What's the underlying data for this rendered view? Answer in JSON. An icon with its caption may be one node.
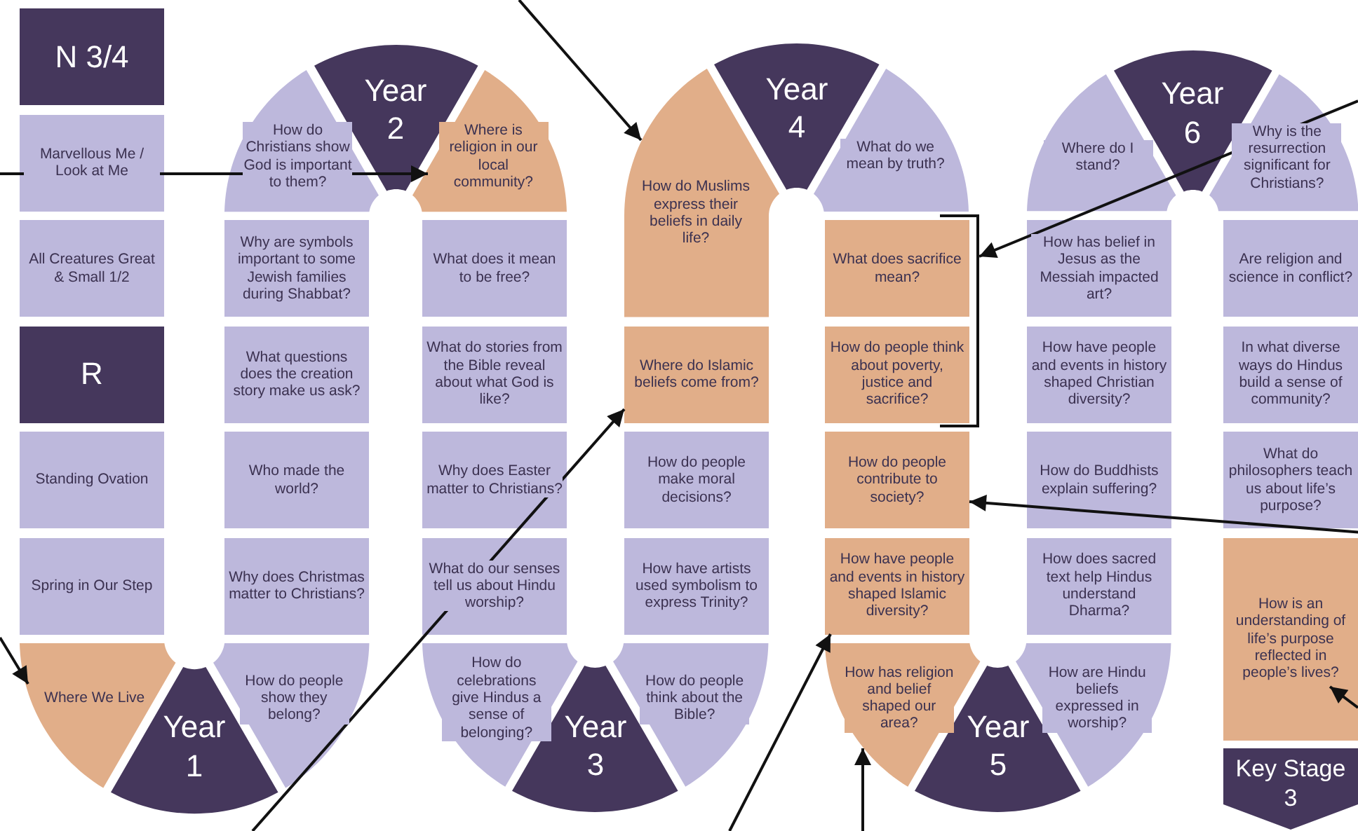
{
  "diagram": {
    "nodes": [
      {
        "text": [
          "N 3/4"
        ]
      },
      {
        "text": [
          "Marvellous Me / Look at Me"
        ]
      },
      {
        "text": [
          "All Creatures Great & Small 1/2"
        ]
      },
      {
        "text": [
          "R"
        ]
      },
      {
        "text": [
          "Standing Ovation"
        ]
      },
      {
        "text": [
          "Spring in Our Step"
        ]
      },
      {
        "text": [
          "Where We Live"
        ]
      },
      {
        "text": [
          "Year 1"
        ]
      },
      {
        "text": [
          "How do people show they belong?"
        ]
      },
      {
        "text": [
          "Why does Christmas matter to Christians?"
        ]
      },
      {
        "text": [
          "Who made the world?"
        ]
      },
      {
        "text": [
          "What questions does the creation story make us ask?"
        ]
      },
      {
        "text": [
          "Why are symbols important to some Jewish families during Shabbat?"
        ]
      },
      {
        "text": [
          "How do Christians show God is important to them?"
        ]
      },
      {
        "text": [
          "Year 2"
        ]
      },
      {
        "text": [
          "Where is religion in our local community?"
        ]
      },
      {
        "text": [
          "What does it mean to be free?"
        ]
      },
      {
        "text": [
          "What do stories from the Bible reveal about what God is like?"
        ]
      },
      {
        "text": [
          "Why does Easter matter to Christians?"
        ]
      },
      {
        "text": [
          "What do our senses tell us about Hindu worship?"
        ]
      },
      {
        "text": [
          "How do celebrations give Hindus a sense of belonging?"
        ]
      },
      {
        "text": [
          "Year 3"
        ]
      },
      {
        "text": [
          "How do people think about the Bible?"
        ]
      },
      {
        "text": [
          "How have artists used symbolism to express Trinity?"
        ]
      },
      {
        "text": [
          "How do people make moral decisions?"
        ]
      },
      {
        "text": [
          "Where do Islamic beliefs come from?"
        ]
      },
      {
        "text": [
          "How do Muslims express their beliefs in daily life?"
        ]
      },
      {
        "text": [
          "Year 4"
        ]
      },
      {
        "text": [
          "What do we mean by truth?"
        ]
      },
      {
        "text": [
          "What does sacrifice mean?"
        ]
      },
      {
        "text": [
          "How do people think about poverty, justice and sacrifice?"
        ]
      },
      {
        "text": [
          "How do people contribute to society?"
        ]
      },
      {
        "text": [
          "How have people and events in history shaped Islamic diversity?"
        ]
      },
      {
        "text": [
          "How has religion and belief shaped our area?"
        ]
      },
      {
        "text": [
          "Year 5"
        ]
      },
      {
        "text": [
          "How are Hindu beliefs expressed in worship?"
        ]
      },
      {
        "text": [
          "How does sacred text help Hindus understand Dharma?"
        ]
      },
      {
        "text": [
          "How do Buddhists explain suffering?"
        ]
      },
      {
        "text": [
          "How have people and events in history shaped Christian diversity?"
        ]
      },
      {
        "text": [
          "How has belief in Jesus as the Messiah impacted art?"
        ]
      },
      {
        "text": [
          "Where do I stand?"
        ]
      },
      {
        "text": [
          "Year 6"
        ]
      },
      {
        "text": [
          "Why is the resurrection significant for Christians?"
        ]
      },
      {
        "text": [
          "Are religion and science in conflict?"
        ]
      },
      {
        "text": [
          "In what diverse ways do Hindus build a sense of community?"
        ]
      },
      {
        "text": [
          "What do philosophers teach us about life’s purpose?"
        ]
      },
      {
        "text": [
          "How is an understanding of life’s purpose reflected in people’s lives?"
        ]
      },
      {
        "text": [
          "Key Stage 3"
        ]
      },
      {
        "text": [],
        "shape": "bracket"
      }
    ],
    "edges": [
      {
        "from": null,
        "to": 15,
        "arrow": "to"
      },
      {
        "from": null,
        "to": 6,
        "arrow": "to"
      },
      {
        "from": null,
        "to": 25,
        "arrow": "to"
      },
      {
        "from": null,
        "to": 26,
        "arrow": "to"
      },
      {
        "from": null,
        "to": 48,
        "arrow": "to"
      },
      {
        "from": null,
        "to": 31,
        "arrow": "to"
      },
      {
        "from": null,
        "to": 32,
        "arrow": "to"
      },
      {
        "from": null,
        "to": 33,
        "arrow": "to"
      },
      {
        "from": null,
        "to": 46,
        "arrow": "to"
      }
    ]
  }
}
